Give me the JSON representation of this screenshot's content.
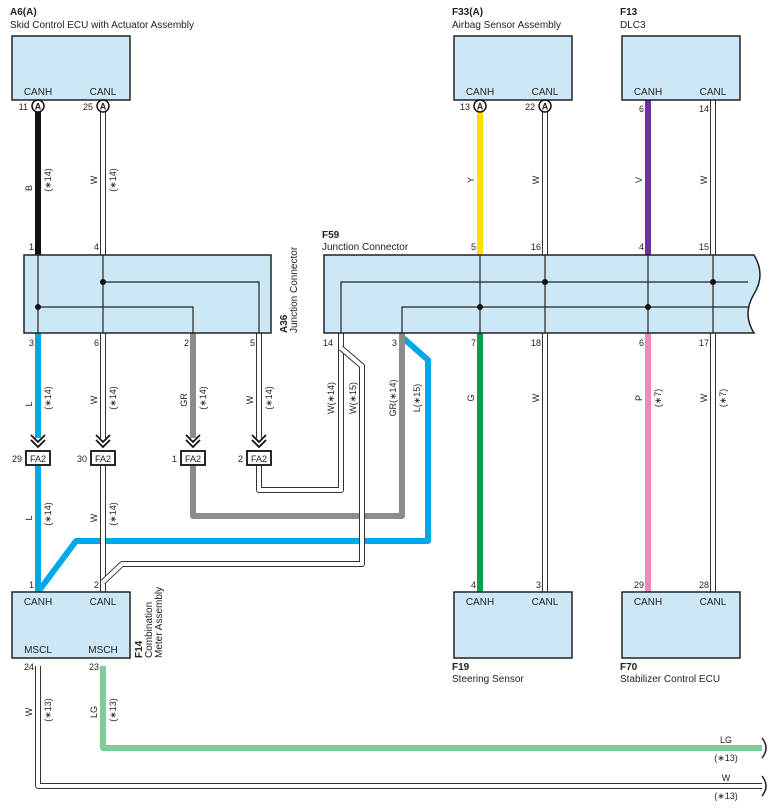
{
  "components": {
    "a6": {
      "code": "A6(A)",
      "name": "Skid Control ECU with Actuator Assembly",
      "pins": [
        "CANH",
        "CANL"
      ],
      "pin_nums": [
        "11",
        "25"
      ],
      "conn": "A"
    },
    "f33": {
      "code": "F33(A)",
      "name": "Airbag Sensor Assembly",
      "pins": [
        "CANH",
        "CANL"
      ],
      "pin_nums": [
        "13",
        "22"
      ],
      "conn": "A"
    },
    "f13": {
      "code": "F13",
      "name": "DLC3",
      "pins": [
        "CANH",
        "CANL"
      ],
      "pin_nums": [
        "6",
        "14"
      ]
    },
    "a36": {
      "code": "A36",
      "name": "Junction Connector",
      "top_pins": [
        "1",
        "4"
      ],
      "bottom_pins": [
        "3",
        "6",
        "2",
        "5"
      ]
    },
    "f59": {
      "code": "F59",
      "name": "Junction Connector",
      "top_pins": [
        "5",
        "16",
        "4",
        "15"
      ],
      "bottom_pins": [
        "14",
        "3",
        "7",
        "18",
        "6",
        "17"
      ]
    },
    "f14": {
      "code": "F14",
      "name_lines": [
        "Combination",
        "Meter Assembly"
      ],
      "pins": [
        "CANH",
        "CANL",
        "MSCL",
        "MSCH"
      ],
      "top_pins": [
        "1",
        "2"
      ],
      "bottom_pins": [
        "24",
        "23"
      ]
    },
    "f19": {
      "code": "F19",
      "name": "Steering Sensor",
      "pins": [
        "CANH",
        "CANL"
      ],
      "pin_nums": [
        "4",
        "3"
      ]
    },
    "f70": {
      "code": "F70",
      "name": "Stabilizer Control ECU",
      "pins": [
        "CANH",
        "CANL"
      ],
      "pin_nums": [
        "29",
        "28"
      ]
    }
  },
  "connectors": {
    "fa2": "FA2",
    "fa2_pins": [
      "29",
      "30",
      "1",
      "2"
    ]
  },
  "wires": {
    "a6_canh": {
      "color": "B",
      "note": "(∗14)"
    },
    "a6_canl": {
      "color": "W",
      "note": "(∗14)"
    },
    "f33_canh": {
      "color": "Y"
    },
    "f33_canl": {
      "color": "W"
    },
    "f13_canh": {
      "color": "V"
    },
    "f13_canl": {
      "color": "W"
    },
    "a36_3": {
      "color": "L",
      "note": "(∗14)"
    },
    "a36_6": {
      "color": "W",
      "note": "(∗14)"
    },
    "a36_2": {
      "color": "GR",
      "note": "(∗14)"
    },
    "a36_5": {
      "color": "W",
      "note": "(∗14)"
    },
    "fa2_29": {
      "color": "L",
      "note": "(∗14)"
    },
    "fa2_30": {
      "color": "W",
      "note": "(∗14)"
    },
    "f59_14a": {
      "label": "W(∗14)"
    },
    "f59_14b": {
      "label": "W(∗15)"
    },
    "f59_3a": {
      "label": "GR(∗14)"
    },
    "f59_3b": {
      "label": "L(∗15)"
    },
    "f59_7": {
      "color": "G"
    },
    "f59_18": {
      "color": "W"
    },
    "f59_6": {
      "color": "P",
      "note": "(∗7)"
    },
    "f59_17": {
      "color": "W",
      "note": "(∗7)"
    },
    "f14_24": {
      "color": "W",
      "note": "(∗13)"
    },
    "f14_23": {
      "color": "LG",
      "note": "(∗13)"
    },
    "out_lg": {
      "color": "LG",
      "note": "(∗13)"
    },
    "out_w": {
      "color": "W",
      "note": "(∗13)"
    }
  },
  "colors": {
    "box_fill": "#cce8f6",
    "black": "#111111",
    "yellow": "#ffe000",
    "violet": "#7030a0",
    "blue": "#00a8e8",
    "gray": "#8c8c8c",
    "green": "#00a050",
    "pink": "#f088b8",
    "light_green": "#80cc98"
  }
}
